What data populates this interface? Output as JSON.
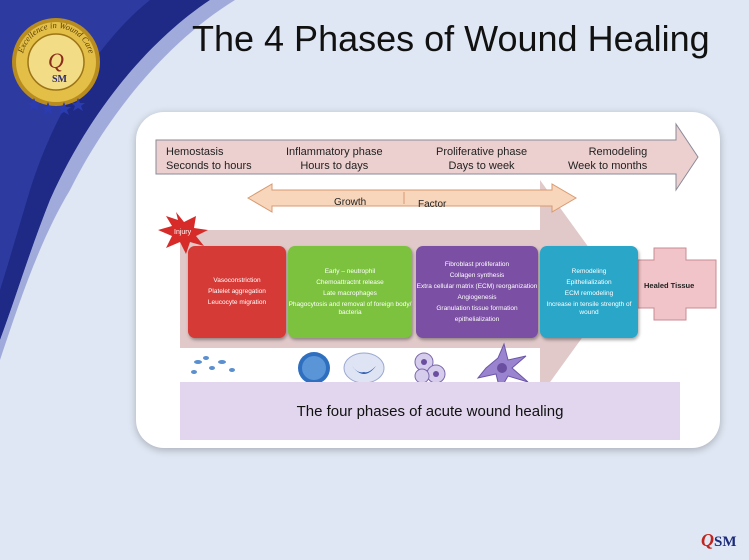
{
  "slide": {
    "title": "The 4 Phases of Wound Healing",
    "logo_text": "Excellence in Wound Care",
    "logo_mark": "QSM",
    "footer_logo_q": "Q",
    "footer_logo_rest": "SM"
  },
  "diagram": {
    "phases": [
      {
        "name": "Hemostasis",
        "duration": "Seconds to hours"
      },
      {
        "name": "Inflammatory phase",
        "duration": "Hours to days"
      },
      {
        "name": "Proliferative phase",
        "duration": "Days to week"
      },
      {
        "name": "Remodeling",
        "duration": "Week to months"
      }
    ],
    "growth_label": "Growth",
    "factor_label": "Factor",
    "injury_label": "Injury",
    "healed_label": "Healed Tissue",
    "boxes": [
      {
        "color": "#d63a36",
        "lines": [
          "Vasoconstriction",
          "Platelet aggregation",
          "Leucocyte migration"
        ]
      },
      {
        "color": "#7cc23e",
        "lines": [
          "Early – neutrophil",
          "Chemoattractnt release",
          "Late macrophages",
          "Phagocytosis and removal of foreign body/ bacteria"
        ]
      },
      {
        "color": "#7b4fa3",
        "lines": [
          "Fibroblast proliferation",
          "Collagen synthesis",
          "Extra cellular matrix (ECM) reorganization",
          "Angiogenesis",
          "Granulation tissue formation",
          "epithelialization"
        ]
      },
      {
        "color": "#2aa6c8",
        "lines": [
          "Remodeling",
          "Epithelialization",
          "ECM remodeling",
          "Increase in tensile strength of wound"
        ]
      }
    ],
    "caption": "The four phases of acute wound healing",
    "colors": {
      "background": "#dfe7f4",
      "swoosh_dark": "#1f2a86",
      "swoosh_light": "#5562b8",
      "header_arrow": "#ecd0cf",
      "growth_arrow": "#f7d6bb",
      "big_arrow": "#dcc0c0",
      "caption_bg": "#e1d6ee",
      "healed_cross": "#f0c4c8"
    }
  }
}
